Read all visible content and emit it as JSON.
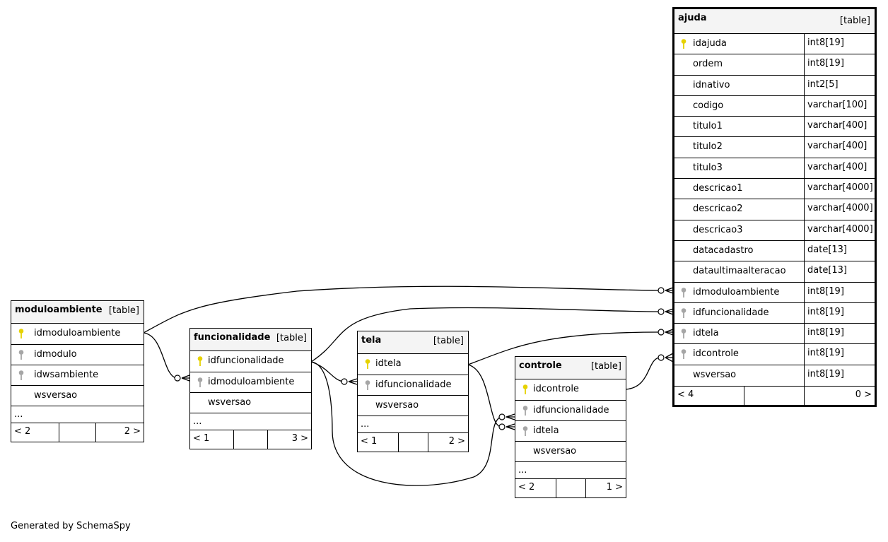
{
  "tables": {
    "moduloambiente": {
      "name": "moduloambiente",
      "type_label": "[table]",
      "columns": [
        "idmoduloambiente",
        "idmodulo",
        "idwsambiente",
        "wsversao"
      ],
      "ellipsis": "...",
      "parents": "< 2",
      "children": "2 >"
    },
    "funcionalidade": {
      "name": "funcionalidade",
      "type_label": "[table]",
      "columns": [
        "idfuncionalidade",
        "idmoduloambiente",
        "wsversao"
      ],
      "ellipsis": "...",
      "parents": "< 1",
      "children": "3 >"
    },
    "tela": {
      "name": "tela",
      "type_label": "[table]",
      "columns": [
        "idtela",
        "idfuncionalidade",
        "wsversao"
      ],
      "ellipsis": "...",
      "parents": "< 1",
      "children": "2 >"
    },
    "controle": {
      "name": "controle",
      "type_label": "[table]",
      "columns": [
        "idcontrole",
        "idfuncionalidade",
        "idtela",
        "wsversao"
      ],
      "ellipsis": "...",
      "parents": "< 2",
      "children": "1 >"
    },
    "ajuda": {
      "name": "ajuda",
      "type_label": "[table]",
      "columns": [
        {
          "name": "idajuda",
          "type": "int8[19]"
        },
        {
          "name": "ordem",
          "type": "int8[19]"
        },
        {
          "name": "idnativo",
          "type": "int2[5]"
        },
        {
          "name": "codigo",
          "type": "varchar[100]"
        },
        {
          "name": "titulo1",
          "type": "varchar[400]"
        },
        {
          "name": "titulo2",
          "type": "varchar[400]"
        },
        {
          "name": "titulo3",
          "type": "varchar[400]"
        },
        {
          "name": "descricao1",
          "type": "varchar[4000]"
        },
        {
          "name": "descricao2",
          "type": "varchar[4000]"
        },
        {
          "name": "descricao3",
          "type": "varchar[4000]"
        },
        {
          "name": "datacadastro",
          "type": "date[13]"
        },
        {
          "name": "dataultimaalteracao",
          "type": "date[13]"
        },
        {
          "name": "idmoduloambiente",
          "type": "int8[19]"
        },
        {
          "name": "idfuncionalidade",
          "type": "int8[19]"
        },
        {
          "name": "idtela",
          "type": "int8[19]"
        },
        {
          "name": "idcontrole",
          "type": "int8[19]"
        },
        {
          "name": "wsversao",
          "type": "int8[19]"
        }
      ],
      "parents": "< 4",
      "children": "0 >"
    }
  },
  "colors": {
    "primary_key": "#e6d200",
    "foreign_key": "#a6a6a6",
    "header_bg": "#f4f4f4",
    "line": "#000000"
  },
  "icons": {
    "primary_key": "key-icon",
    "foreign_key": "key-icon"
  },
  "footer_text": "Generated by SchemaSpy"
}
